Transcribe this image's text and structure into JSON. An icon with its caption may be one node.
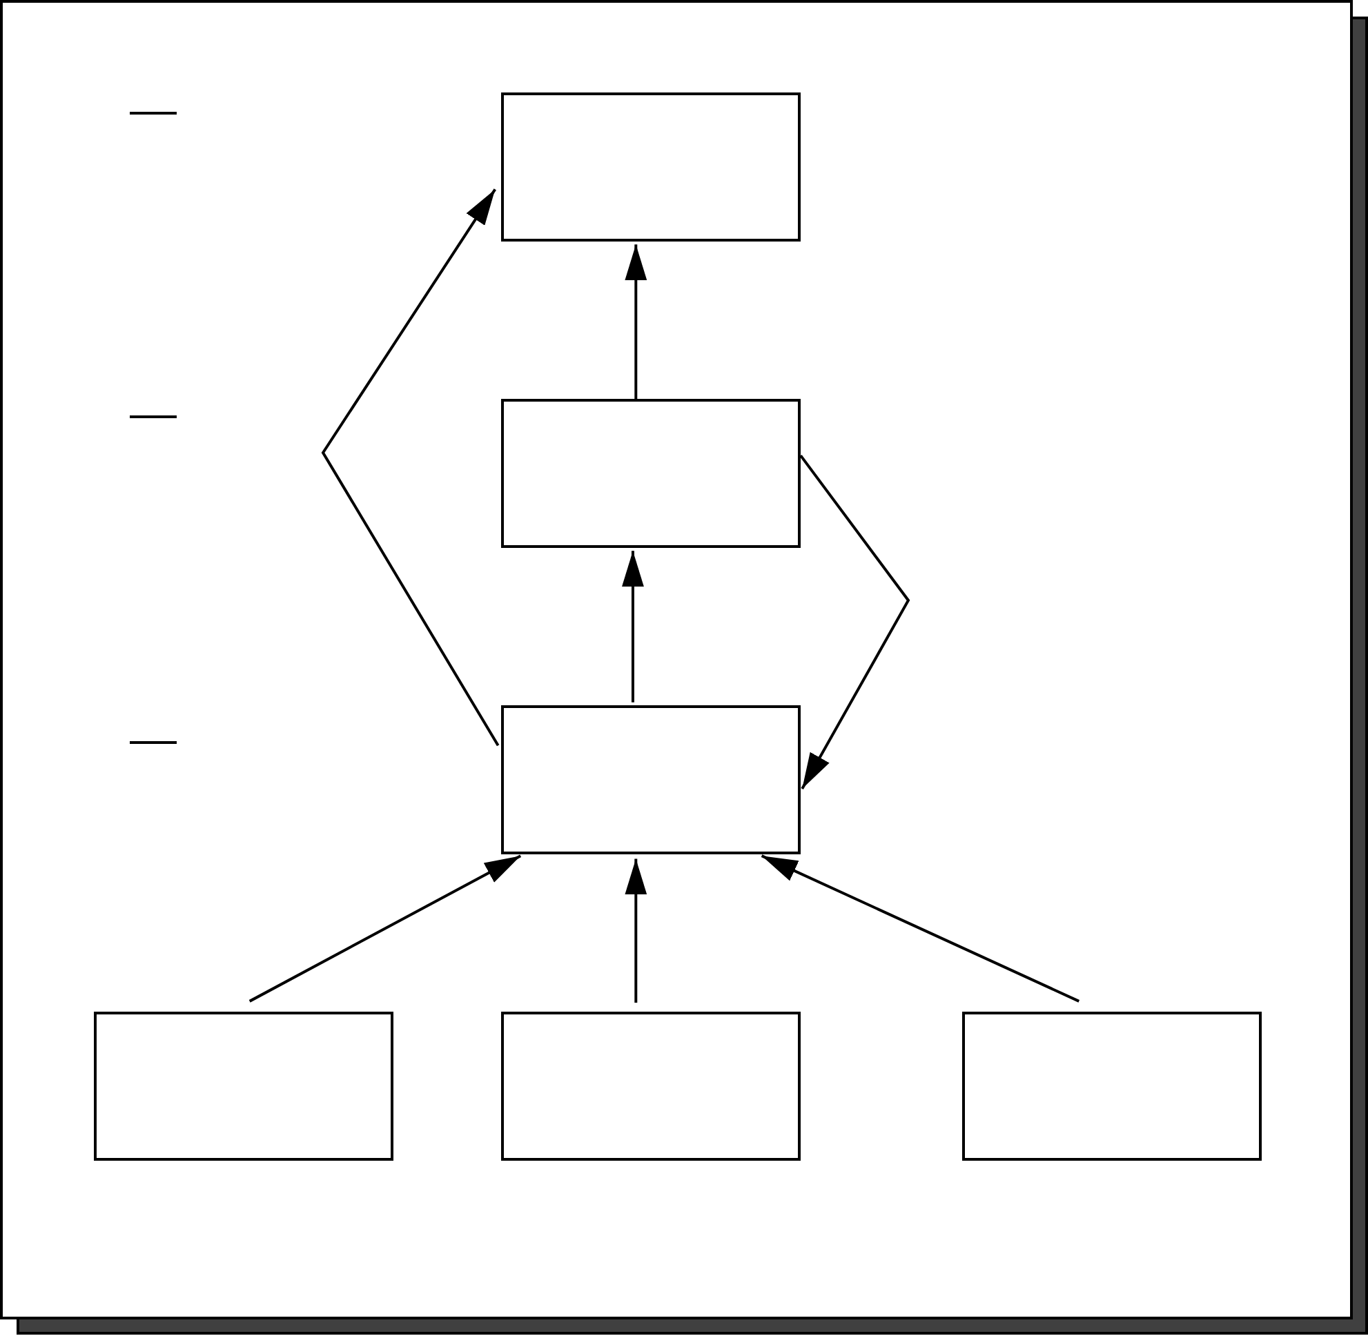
{
  "diagram": {
    "nodes": [
      {
        "text": [],
        "shape": "box"
      },
      {
        "text": [],
        "shape": "box"
      },
      {
        "text": [],
        "shape": "box"
      },
      {
        "text": [],
        "shape": "box"
      },
      {
        "text": [],
        "shape": "box"
      },
      {
        "text": [],
        "shape": "box"
      }
    ],
    "edges": [
      {
        "from": 1,
        "to": 0,
        "arrow": "to"
      },
      {
        "from": 2,
        "to": 1,
        "arrow": "to"
      },
      {
        "from": 2,
        "to": 0,
        "arrow": "to"
      },
      {
        "from": 1,
        "to": 2,
        "arrow": "to"
      },
      {
        "from": 3,
        "to": 2,
        "arrow": "to"
      },
      {
        "from": 4,
        "to": 2,
        "arrow": "to"
      },
      {
        "from": 5,
        "to": 2,
        "arrow": "to"
      }
    ]
  }
}
